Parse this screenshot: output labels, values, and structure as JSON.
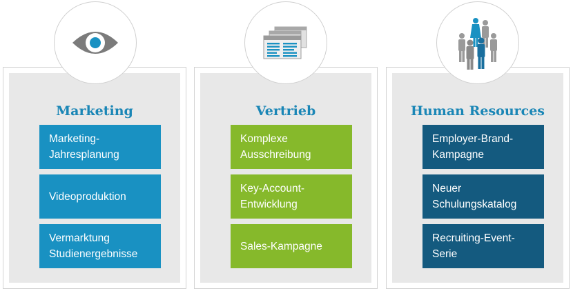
{
  "columns": [
    {
      "title": "Marketing",
      "icon": "eye-icon",
      "color": "#1991c2",
      "items": [
        "Marketing-\nJahresplanung",
        "Videoproduktion",
        "Vermarktung\nStudienergebnisse"
      ]
    },
    {
      "title": "Vertrieb",
      "icon": "documents-icon",
      "color": "#86b92b",
      "items": [
        "Komplexe\nAusschreibung",
        "Key-Account-\nEntwicklung",
        "Sales-Kampagne"
      ]
    },
    {
      "title": "Human Resources",
      "icon": "people-group-icon",
      "color": "#145a7f",
      "items": [
        "Employer-Brand-\nKampagne",
        "Neuer\nSchulungskatalog",
        "Recruiting-Event-\nSerie"
      ]
    }
  ]
}
